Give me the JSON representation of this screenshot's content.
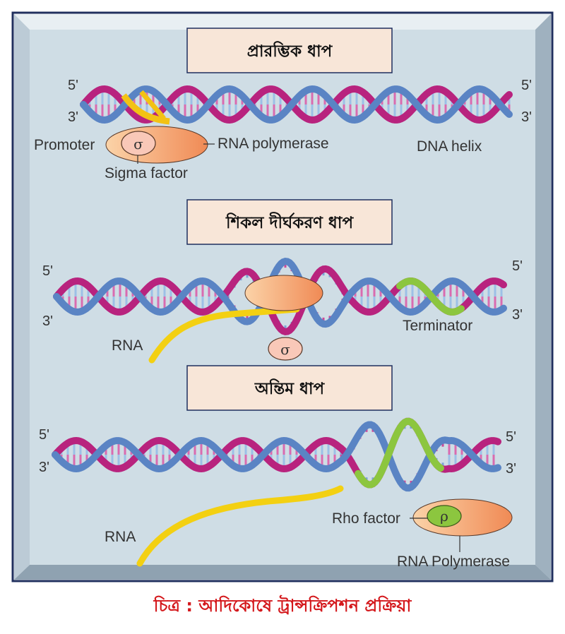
{
  "caption": "চিত্র : আদিকোষে ট্রান্সক্রিপশন প্রক্রিয়া",
  "colors": {
    "frame_border": "#1f2f5e",
    "panel_bg": "#cfdde5",
    "bevel": "#b9c9d4",
    "strand_blue": "#5a84c4",
    "strand_magenta": "#b8237e",
    "promoter": "#f3c214",
    "terminator": "#8cc63f",
    "rna": "#f3d012",
    "polymerase": "#f39a5a",
    "factor_fill": "#f9c8b8",
    "title_box": "#f8e6d8",
    "caption": "#d4181c"
  },
  "stages": [
    {
      "title": "প্রারম্ভিক ধাপ",
      "five_prime_left": "5'",
      "three_prime_left": "3'",
      "five_prime_right": "5'",
      "three_prime_right": "3'",
      "labels": {
        "promoter": "Promoter",
        "polymerase": "RNA polymerase",
        "dna_helix": "DNA helix",
        "sigma_factor": "Sigma factor",
        "sigma_symbol": "σ"
      }
    },
    {
      "title": "শিকল দীর্ঘকরণ ধাপ",
      "five_prime_left": "5'",
      "three_prime_left": "3'",
      "five_prime_right": "5'",
      "three_prime_right": "3'",
      "labels": {
        "rna": "RNA",
        "terminator": "Terminator",
        "sigma_symbol": "σ"
      }
    },
    {
      "title": "অন্তিম ধাপ",
      "five_prime_left": "5'",
      "three_prime_left": "3'",
      "five_prime_right": "5'",
      "three_prime_right": "3'",
      "labels": {
        "rna": "RNA",
        "rho_factor": "Rho factor",
        "rho_symbol": "ρ",
        "polymerase": "RNA Polymerase"
      }
    }
  ]
}
